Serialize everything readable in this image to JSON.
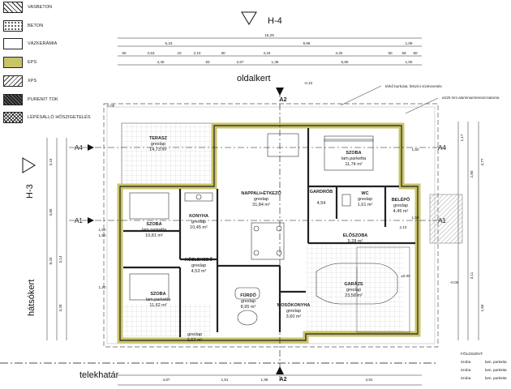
{
  "legend": [
    {
      "label": "VASBETON",
      "key": "vasbeton"
    },
    {
      "label": "BETON",
      "key": "beton"
    },
    {
      "label": "VÁZKERÁMIA",
      "key": "vazker"
    },
    {
      "label": "EPS",
      "key": "eps"
    },
    {
      "label": "XPS",
      "key": "xps"
    },
    {
      "label": "PURENIT TOK",
      "key": "purenit"
    },
    {
      "label": "LÉPÉSÁLLÓ HŐSZIGETELÉS",
      "key": "lepes"
    }
  ],
  "sections": {
    "top": "H-4",
    "left": "H-3",
    "a2": "A2",
    "a1": "A1",
    "a4": "A4"
  },
  "places": {
    "top": "oldalkert",
    "left": "hátsókert",
    "bottom": "telekhatár"
  },
  "notes": {
    "terko": "térkő burkolat, felszíni vízelvezetés",
    "aluminium": "ø120 mm alumínium/ereszcsatorna",
    "foldszint": "FÖLDSZINT:"
  },
  "levels": {
    "l1": "-0.05",
    "l2": "-0.10",
    "l3": "±0.00",
    "l4": "-0.05"
  },
  "rooms": [
    {
      "name": "TERASZ",
      "floor": "greslap",
      "area": "14,73 m²"
    },
    {
      "name": "SZOBA",
      "floor": "lam.parketta",
      "area": "11,74 m²"
    },
    {
      "name": "NAPPALI+ÉTKEZŐ",
      "floor": "greslap",
      "area": "31,84 m²"
    },
    {
      "name": "GARDRÓB",
      "floor": "",
      "area": "4,54"
    },
    {
      "name": "WC",
      "floor": "greslap",
      "area": "1,61 m²"
    },
    {
      "name": "BELÉPŐ",
      "floor": "greslap",
      "area": "4,45 m²"
    },
    {
      "name": "KONYHA",
      "floor": "greslap",
      "area": "10,45 m²"
    },
    {
      "name": "SZOBA",
      "floor": "lam.parketta",
      "area": "10,81 m²"
    },
    {
      "name": "ELŐSZOBA",
      "floor": "",
      "area": "5,28 m²"
    },
    {
      "name": "KÖZLEKEDŐ",
      "floor": "greslap",
      "area": "4,53 m²"
    },
    {
      "name": "GARÁZS",
      "floor": "greslap",
      "area": "23,58 m²"
    },
    {
      "name": "SZOBA",
      "floor": "lam.parketta",
      "area": "11,62 m²"
    },
    {
      "name": "FÜRDŐ",
      "floor": "greslap",
      "area": "8,95 m²"
    },
    {
      "name": "MOSÓKONYHA",
      "floor": "greslap",
      "area": "3,60 m²"
    },
    {
      "name": "",
      "floor": "greslap",
      "area": "2,63 m²"
    }
  ],
  "dims_top": {
    "total": "16,29",
    "r1": [
      "5,23",
      "9,96",
      "1,09"
    ],
    "r2": [
      "50",
      "2,53",
      "10",
      "2,10",
      "30",
      "4,34",
      "4,32",
      "50",
      "59",
      "50"
    ],
    "r3": [
      "4,40",
      "83",
      "2,67",
      "1,38",
      "5,90",
      "1,00"
    ]
  },
  "dims_bottom": [
    "4,87",
    "1,51",
    "1,95",
    "4,91"
  ],
  "dims_left": [
    "3,15",
    "3,80",
    "3,14",
    "3,28",
    "1,50",
    "1,50",
    "1,20",
    "8,20"
  ],
  "dims_right": [
    "1,17",
    "1,50",
    "2,80",
    "3,77",
    "3,11",
    "2,10",
    "1,50",
    "1,60"
  ],
  "table": [
    {
      "room": "szoba",
      "floor": "lam. parketta"
    },
    {
      "room": "szoba",
      "floor": "lam. parketta"
    },
    {
      "room": "szoba",
      "floor": "lam. parketta"
    }
  ]
}
